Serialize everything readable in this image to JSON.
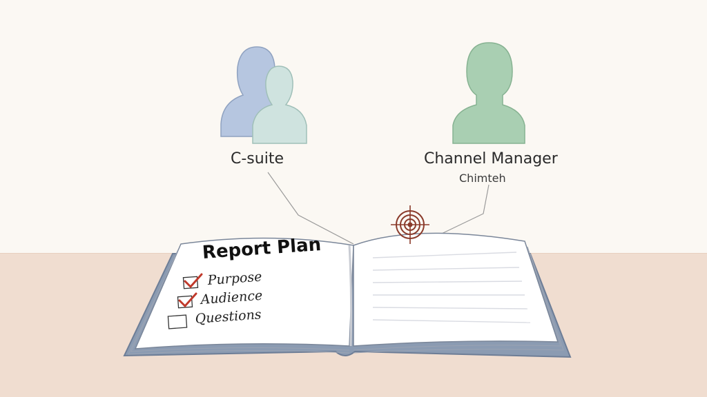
{
  "personas": [
    {
      "label": "C-suite",
      "icon": "group-avatar-icon"
    },
    {
      "label": "Channel Manager",
      "sublabel": "Chimteh",
      "icon": "person-avatar-icon"
    }
  ],
  "book": {
    "title": "Report Plan",
    "checklist": [
      {
        "label": "Purpose",
        "checked": true
      },
      {
        "label": "Audience",
        "checked": true
      },
      {
        "label": "Questions",
        "checked": false
      }
    ]
  },
  "target_icon": "target-icon",
  "colors": {
    "wall": "#fbf8f3",
    "table": "#f0ddd0",
    "csuite_back": "#b6c6e0",
    "csuite_front": "#cfe3df",
    "channel_person": "#a9cfb2",
    "book_cover": "#8b9bb2",
    "check": "#c0392b",
    "target": "#8a3a2a"
  }
}
